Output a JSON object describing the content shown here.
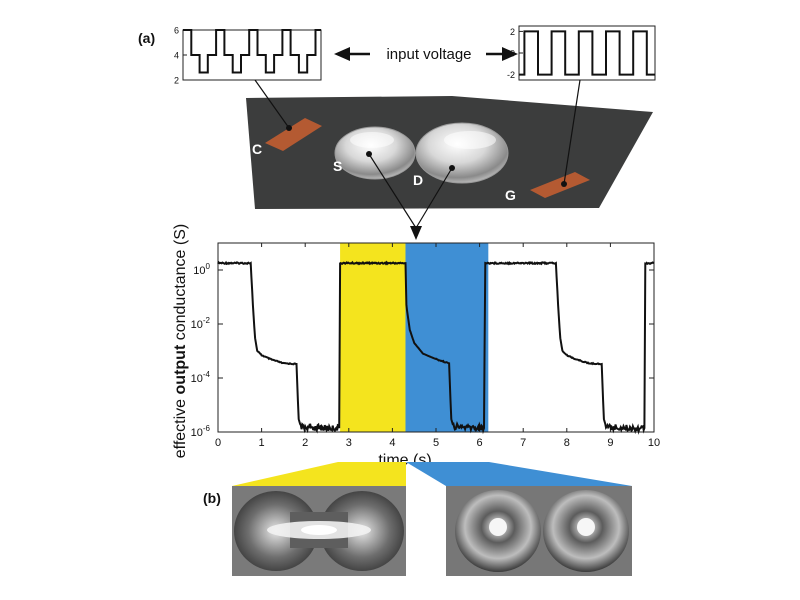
{
  "panel_labels": {
    "a": "(a)",
    "b": "(b)"
  },
  "input_label": "input voltage",
  "electrode_labels": {
    "c": "C",
    "s": "S",
    "d": "D",
    "g": "G"
  },
  "colors": {
    "yellow_region": "#f4e41e",
    "blue_region": "#3f8fd4",
    "trace": "#111111",
    "board": "#3c3d3d",
    "pad": "#b45a32"
  },
  "chart_data": [
    {
      "type": "line",
      "title": "",
      "xlabel": "",
      "ylabel": "",
      "xlim": [
        0,
        5
      ],
      "ylim": [
        2,
        6
      ],
      "xticks": [],
      "yticks": [
        "6",
        "4",
        "2"
      ],
      "series": [
        {
          "x": [
            0,
            0.3,
            0.3,
            0.6,
            0.6,
            0.9,
            0.9,
            1.2,
            1.2,
            1.5,
            1.5,
            1.8,
            1.8,
            2.1,
            2.1,
            2.4,
            2.4,
            2.7,
            2.7,
            3.0,
            3.0,
            3.3,
            3.3,
            3.6,
            3.6,
            3.9,
            3.9,
            4.2,
            4.2,
            4.5,
            4.5,
            4.8,
            4.8,
            5.0
          ],
          "y": [
            6,
            6,
            4,
            4,
            2.6,
            2.6,
            4,
            4,
            6,
            6,
            4,
            4,
            2.6,
            2.6,
            4,
            4,
            6,
            6,
            4,
            4,
            2.6,
            2.6,
            4,
            4,
            6,
            6,
            4,
            4,
            2.6,
            2.6,
            4,
            4,
            6,
            6
          ]
        }
      ]
    },
    {
      "type": "line",
      "title": "",
      "xlabel": "",
      "ylabel": "",
      "xlim": [
        0,
        5
      ],
      "ylim": [
        -2.5,
        2.5
      ],
      "xticks": [],
      "yticks": [
        "2",
        "0",
        "-2"
      ],
      "series": [
        {
          "x": [
            0,
            0.2,
            0.2,
            0.7,
            0.7,
            1.2,
            1.2,
            1.7,
            1.7,
            2.2,
            2.2,
            2.7,
            2.7,
            3.2,
            3.2,
            3.7,
            3.7,
            4.2,
            4.2,
            4.7,
            4.7,
            5.0
          ],
          "y": [
            -2,
            -2,
            2,
            2,
            -2,
            -2,
            2,
            2,
            -2,
            -2,
            2,
            2,
            -2,
            -2,
            2,
            2,
            -2,
            -2,
            2,
            2,
            -2,
            -2
          ]
        }
      ]
    },
    {
      "type": "line",
      "title": "",
      "xlabel": "time (s)",
      "ylabel_parts": [
        "effective ",
        "output",
        " conductance (S)"
      ],
      "xlim": [
        0,
        10
      ],
      "ylim_log10": [
        -6,
        1
      ],
      "log_y": true,
      "xticks": [
        "0",
        "1",
        "2",
        "3",
        "4",
        "5",
        "6",
        "7",
        "8",
        "9",
        "10"
      ],
      "yticks": [
        {
          "base": "10",
          "exp": "0",
          "value": 1
        },
        {
          "base": "10",
          "exp": "-2",
          "value": 0.01
        },
        {
          "base": "10",
          "exp": "-4",
          "value": 0.0001
        },
        {
          "base": "10",
          "exp": "-6",
          "value": 1e-06
        }
      ],
      "shaded_regions": [
        {
          "x0": 2.8,
          "x1": 4.3,
          "color": "yellow"
        },
        {
          "x0": 4.3,
          "x1": 6.2,
          "color": "blue"
        }
      ],
      "series": [
        {
          "x": [
            0,
            0.75,
            0.8,
            0.85,
            0.9,
            1.0,
            1.2,
            1.5,
            1.8,
            1.85,
            1.9,
            2.0,
            2.5,
            2.78,
            2.8,
            3.5,
            4.3,
            4.32,
            4.4,
            4.5,
            4.7,
            5.0,
            5.3,
            5.35,
            5.4,
            5.6,
            6.1,
            6.13,
            6.2,
            7.0,
            7.75,
            7.8,
            7.85,
            7.9,
            8.0,
            8.2,
            8.5,
            8.8,
            8.85,
            8.9,
            9.0,
            9.5,
            9.78,
            9.8,
            10.0
          ],
          "y": [
            1.8,
            1.8,
            0.05,
            0.003,
            0.001,
            0.0007,
            0.0005,
            0.00035,
            0.00033,
            3e-06,
            1.6e-06,
            1.5e-06,
            1.4e-06,
            1.4e-06,
            1.8,
            1.8,
            1.8,
            0.05,
            0.006,
            0.002,
            0.0008,
            0.0005,
            0.00035,
            3e-06,
            1.6e-06,
            1.5e-06,
            1.4e-06,
            1.8,
            1.8,
            1.8,
            1.8,
            0.05,
            0.003,
            0.001,
            0.0007,
            0.0005,
            0.00035,
            0.00033,
            3e-06,
            1.6e-06,
            1.5e-06,
            1.4e-06,
            1.4e-06,
            1.8,
            1.8
          ]
        }
      ]
    }
  ]
}
